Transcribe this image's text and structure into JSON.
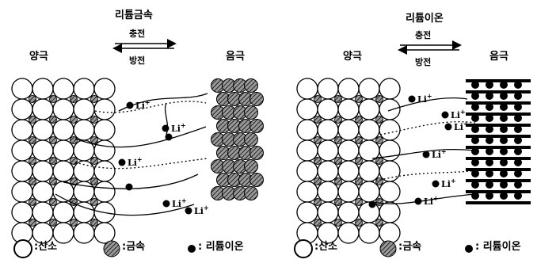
{
  "left": {
    "title": "리튬금속",
    "anode_label": "양극",
    "cathode_label": "음극",
    "charge_label": "충전",
    "discharge_label": "방전"
  },
  "right": {
    "title": "리튬이온",
    "anode_label": "양극",
    "cathode_label": "음극",
    "charge_label": "충전",
    "discharge_label": "방전"
  },
  "ion_label": "Li",
  "ion_sup": "+",
  "legend_left": {
    "oxygen": ":산소",
    "metal": ":금속",
    "lithium": ": 리튬이온"
  },
  "legend_right": {
    "oxygen": ":산소",
    "metal": ":금속",
    "lithium": ": 리튬이온"
  }
}
